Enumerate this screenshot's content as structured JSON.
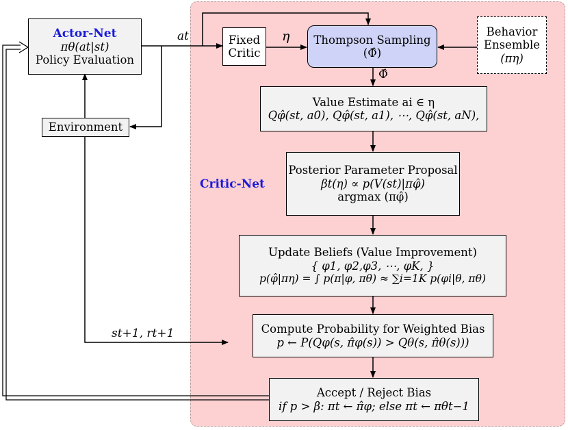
{
  "actor_net": {
    "title": "Actor-Net",
    "policy": "πθ(at|st)",
    "subtitle": "Policy Evaluation"
  },
  "environment": {
    "label": "Environment"
  },
  "fixed_critic": {
    "line1": "Fixed",
    "line2": "Critic"
  },
  "thompson": {
    "line1": "Thompson Sampling",
    "line2": "(Φ̂)"
  },
  "behavior": {
    "line1": "Behavior",
    "line2": "Ensemble",
    "line3": "(πη)"
  },
  "value_estimate": {
    "line1": "Value Estimate ai ∈ η",
    "line2": "Qφ̂(st, a0), Qφ̂(st, a1), ⋯, Qφ̂(st, aN),"
  },
  "posterior": {
    "line1": "Posterior Parameter Proposal",
    "line2": "βt(η) ∝ p(V(st)|πφ̂)",
    "line3": "argmax (πφ̂)"
  },
  "update": {
    "line1": "Update Beliefs (Value Improvement)",
    "line2": "{ φ1, φ2,φ3, ⋯, φK, }",
    "line3": "p(φ̂|πη) = ∫ p(π|φ, πθ) ≈ ∑i=1K p(φi|θ, πθ)"
  },
  "compute": {
    "line1": "Compute Probability for Weighted Bias",
    "line2": "p ← P(Qφ(s, π̂φ(s)) > Qθ(s, π̂θ(s)))"
  },
  "accept": {
    "line1": "Accept / Reject Bias",
    "line2": "if p > β: πt ← π̂φ; else πt ← πθt−1"
  },
  "labels": {
    "critic_net": "Critic-Net",
    "at": "at",
    "eta": "η",
    "phi_hat": "Φ̂",
    "state_reward": "st+1, rt+1"
  }
}
